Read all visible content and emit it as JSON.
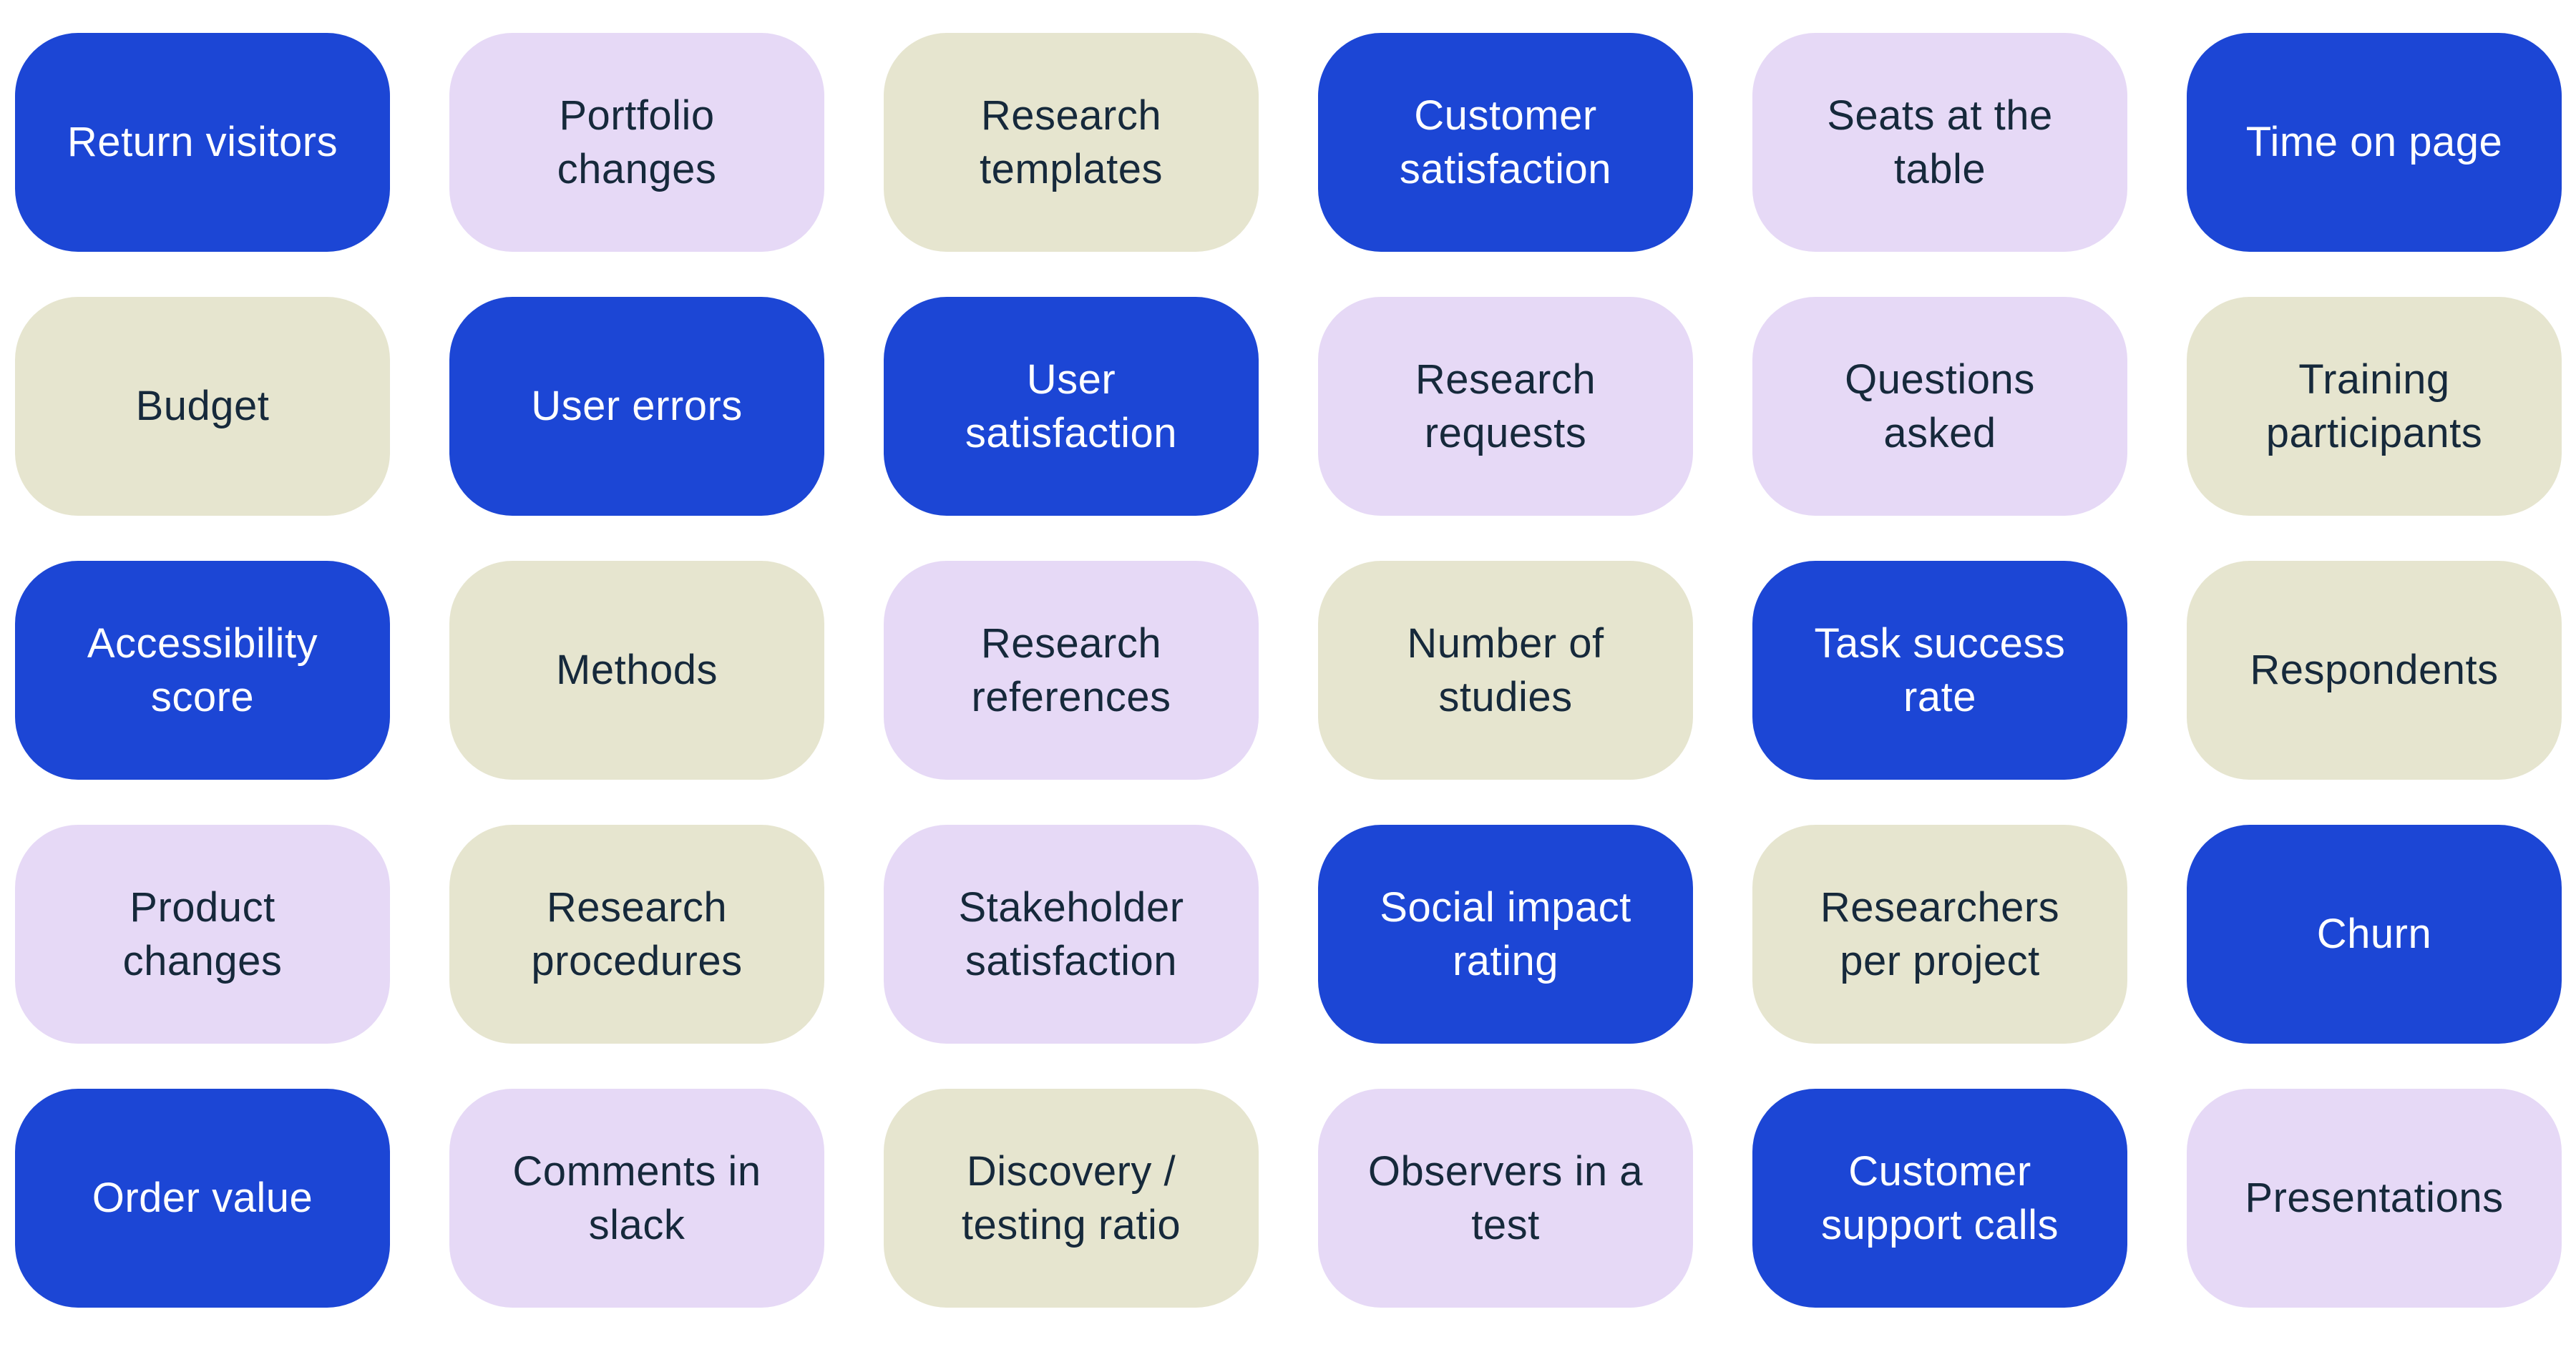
{
  "board": {
    "background": "#ffffff",
    "columns": 6,
    "rows": 5,
    "tiles": [
      {
        "label": "Return visitors",
        "color": "blue"
      },
      {
        "label": "Portfolio\nchanges",
        "color": "lavender"
      },
      {
        "label": "Research\ntemplates",
        "color": "beige"
      },
      {
        "label": "Customer\nsatisfaction",
        "color": "blue"
      },
      {
        "label": "Seats at the\ntable",
        "color": "lavender"
      },
      {
        "label": "Time on page",
        "color": "blue"
      },
      {
        "label": "Budget",
        "color": "beige"
      },
      {
        "label": "User errors",
        "color": "blue"
      },
      {
        "label": "User\nsatisfaction",
        "color": "blue"
      },
      {
        "label": "Research\nrequests",
        "color": "lavender"
      },
      {
        "label": "Questions\nasked",
        "color": "lavender"
      },
      {
        "label": "Training\nparticipants",
        "color": "beige"
      },
      {
        "label": "Accessibility\nscore",
        "color": "blue"
      },
      {
        "label": "Methods",
        "color": "beige"
      },
      {
        "label": "Research\nreferences",
        "color": "lavender"
      },
      {
        "label": "Number of\nstudies",
        "color": "beige"
      },
      {
        "label": "Task success\nrate",
        "color": "blue"
      },
      {
        "label": "Respondents",
        "color": "beige"
      },
      {
        "label": "Product\nchanges",
        "color": "lavender"
      },
      {
        "label": "Research\nprocedures",
        "color": "beige"
      },
      {
        "label": "Stakeholder\nsatisfaction",
        "color": "lavender"
      },
      {
        "label": "Social impact\nrating",
        "color": "blue"
      },
      {
        "label": "Researchers\nper project",
        "color": "beige"
      },
      {
        "label": "Churn",
        "color": "blue"
      },
      {
        "label": "Order value",
        "color": "blue"
      },
      {
        "label": "Comments in\nslack",
        "color": "lavender"
      },
      {
        "label": "Discovery /\ntesting ratio",
        "color": "beige"
      },
      {
        "label": "Observers in a\ntest",
        "color": "lavender"
      },
      {
        "label": "Customer\nsupport calls",
        "color": "blue"
      },
      {
        "label": "Presentations",
        "color": "lavender"
      }
    ]
  },
  "palette": {
    "blue": "#1c46d5",
    "lavender": "#e6d9f6",
    "beige": "#e6e5cf",
    "text_on_blue": "#ffffff",
    "text_on_light": "#16293b"
  }
}
